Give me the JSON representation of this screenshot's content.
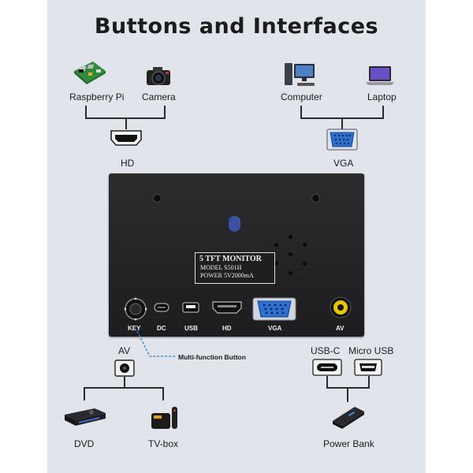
{
  "title": "Buttons and Interfaces",
  "top_left": {
    "devices": [
      {
        "label": "Raspberry Pi",
        "icon": "raspberry-pi-board-icon"
      },
      {
        "label": "Camera",
        "icon": "camera-icon"
      }
    ],
    "port_label": "HD"
  },
  "top_right": {
    "devices": [
      {
        "label": "Computer",
        "icon": "desktop-computer-icon"
      },
      {
        "label": "Laptop",
        "icon": "laptop-icon"
      }
    ],
    "port_label": "VGA"
  },
  "monitor": {
    "label_lines": [
      "5  TFT MONITOR",
      "MODEL  S501H",
      "POWER  5V2000mA"
    ],
    "ports": [
      "KEY",
      "DC",
      "USB",
      "HD",
      "VGA",
      "AV"
    ]
  },
  "annotation": "Multi-function Button",
  "bottom_left": {
    "port_label": "AV",
    "devices": [
      {
        "label": "DVD",
        "icon": "dvd-player-icon"
      },
      {
        "label": "TV-box",
        "icon": "tv-box-icon"
      }
    ]
  },
  "bottom_right": {
    "port_labels": [
      "USB-C",
      "Micro USB"
    ],
    "device": {
      "label": "Power Bank",
      "icon": "power-bank-icon"
    }
  },
  "colors": {
    "background": "#e1e4ea",
    "vga_blue": "#2f6fd0",
    "av_yellow": "#e8c700",
    "annotation_line": "#2e86de"
  }
}
